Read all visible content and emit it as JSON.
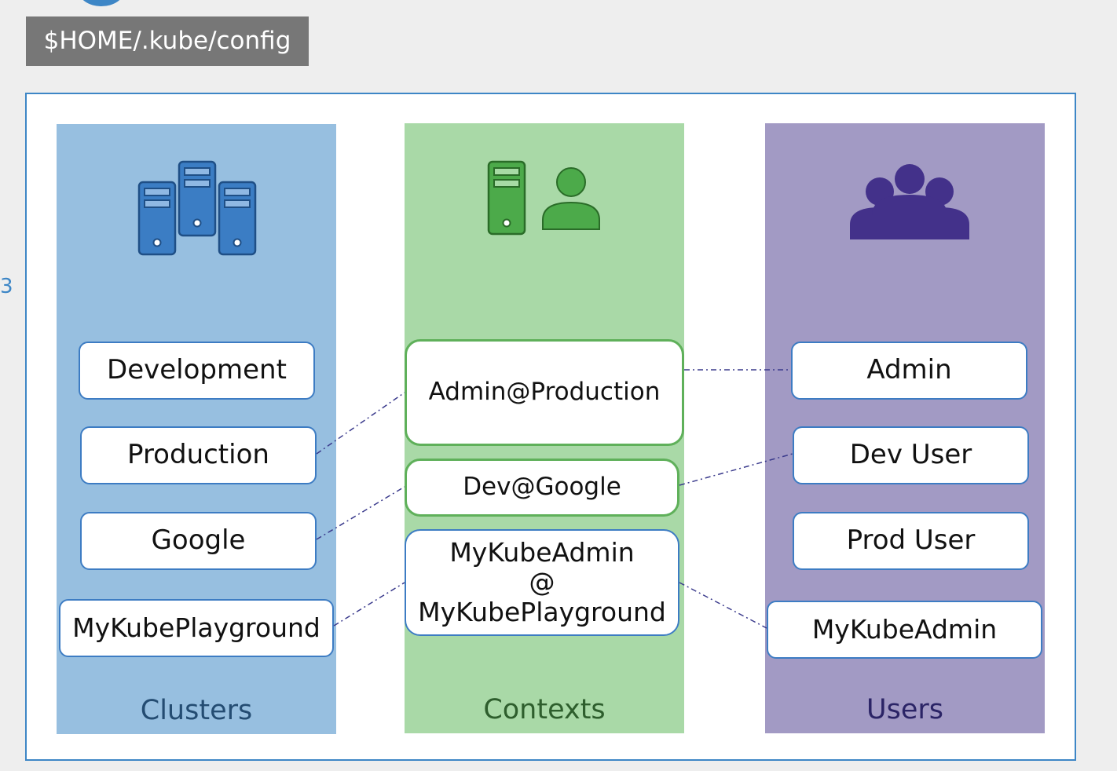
{
  "header": {
    "config_path": "$HOME/.kube/config",
    "side_number": "3"
  },
  "columns": {
    "clusters": {
      "title": "Clusters",
      "icon": "server-cluster-icon",
      "items": [
        "Development",
        "Production",
        "Google",
        "MyKubePlayground"
      ]
    },
    "contexts": {
      "title": "Contexts",
      "icon": "server-user-icon",
      "items": [
        {
          "line1": "Admin@Production"
        },
        {
          "line1": "Dev@Google"
        },
        {
          "line1": "MyKubeAdmin",
          "line2": "@",
          "line3": "MyKubePlayground"
        }
      ]
    },
    "users": {
      "title": "Users",
      "icon": "user-group-icon",
      "items": [
        "Admin",
        "Dev User",
        "Prod User",
        "MyKubeAdmin"
      ]
    }
  },
  "colors": {
    "clusters_bg": "#97bfe0",
    "contexts_bg": "#a9d9a7",
    "users_bg": "#a29ac4",
    "frame_border": "#3d86c6",
    "connector": "#3a3a8c"
  }
}
